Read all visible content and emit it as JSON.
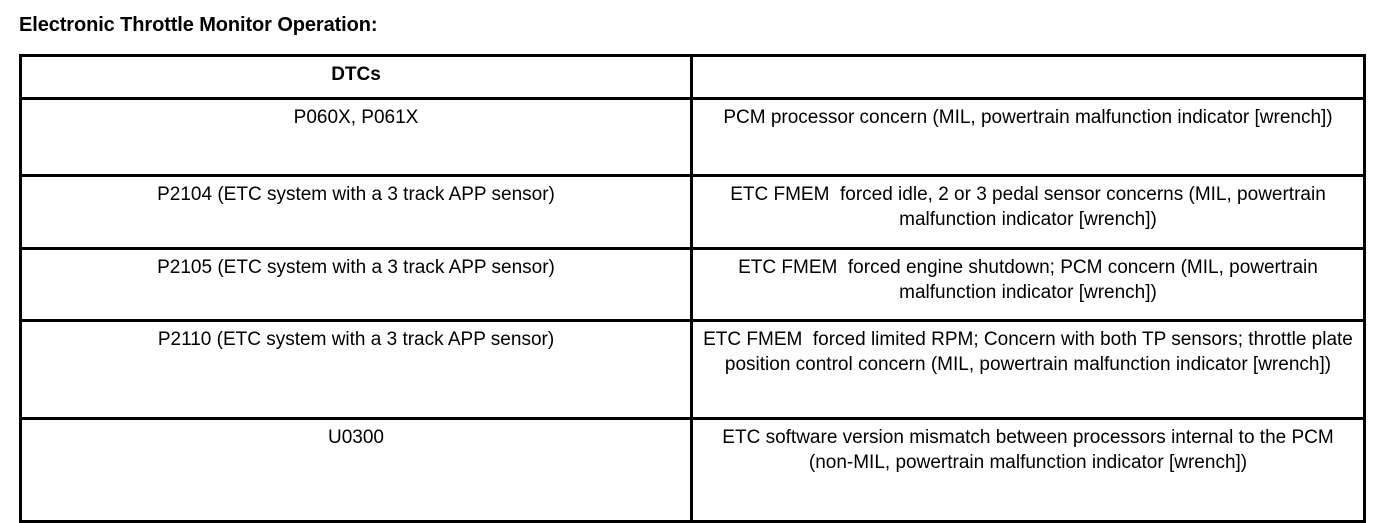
{
  "document": {
    "title": "Electronic Throttle Monitor Operation:"
  },
  "table": {
    "headers": {
      "dtcs": "DTCs",
      "description": ""
    },
    "rows": [
      {
        "dtc": "P060X, P061X",
        "description": "PCM processor concern (MIL, powertrain malfunction indicator [wrench])"
      },
      {
        "dtc": "P2104 (ETC system with a 3 track APP sensor)",
        "description": "ETC FMEM  forced idle, 2 or 3 pedal sensor concerns (MIL, powertrain malfunction indicator [wrench])"
      },
      {
        "dtc": "P2105 (ETC system with a 3 track APP sensor)",
        "description": "ETC FMEM  forced engine shutdown; PCM concern (MIL, powertrain malfunction indicator [wrench])"
      },
      {
        "dtc": "P2110 (ETC system with a 3 track APP sensor)",
        "description": "ETC FMEM  forced limited RPM; Concern with both TP sensors; throttle plate position control concern (MIL, powertrain malfunction indicator [wrench])"
      },
      {
        "dtc": "U0300",
        "description": "ETC software version mismatch between processors internal to the PCM (non-MIL, powertrain malfunction indicator [wrench])"
      }
    ]
  },
  "colors": {
    "background": "#ffffff",
    "text": "#000000",
    "border": "#000000"
  }
}
